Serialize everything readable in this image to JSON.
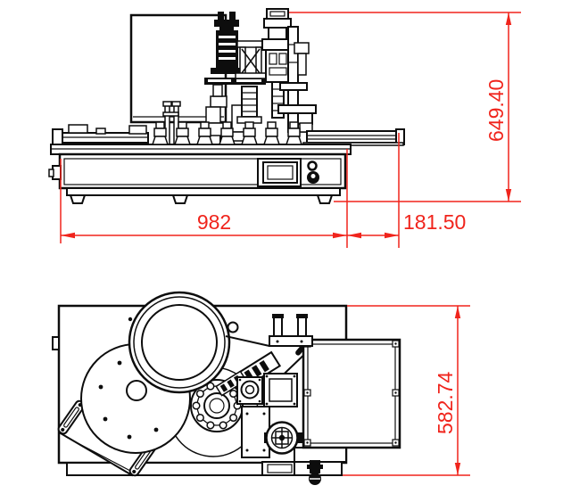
{
  "drawing": {
    "dimensions": {
      "base_width": {
        "value": "982"
      },
      "conveyor_extension": {
        "value": "181.50"
      },
      "overall_height": {
        "value": "649.40"
      },
      "overall_depth": {
        "value": "582.74"
      }
    },
    "colors": {
      "line": "#0d0d0d",
      "dimension": "#f0241c",
      "background": "#ffffff"
    }
  }
}
